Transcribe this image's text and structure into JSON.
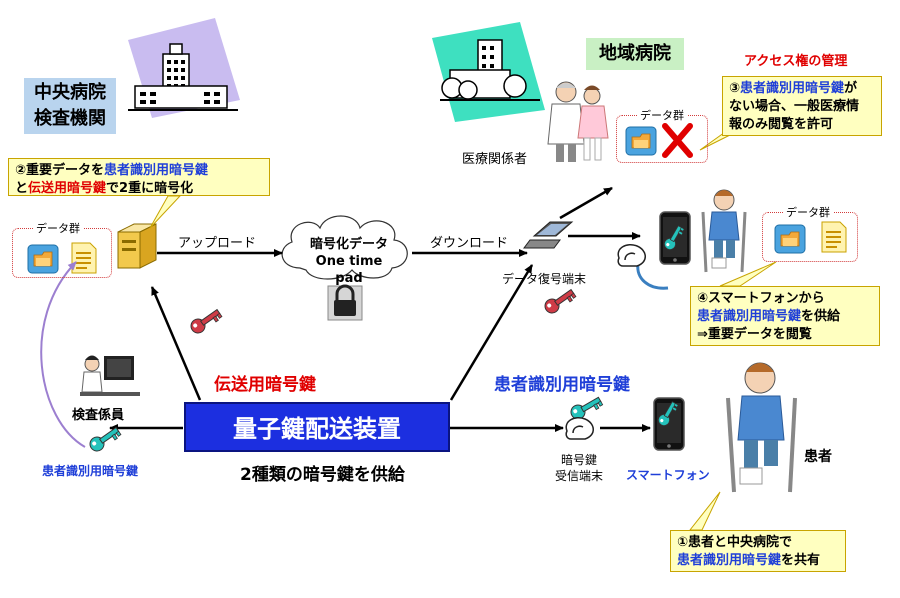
{
  "central": {
    "title_line1": "中央病院",
    "title_line2": "検査機関"
  },
  "regional": {
    "title": "地域病院"
  },
  "access": {
    "title": "アクセス権の管理"
  },
  "labels": {
    "medical_staff": "医療関係者",
    "data_group": "データ群",
    "upload": "アップロード",
    "download": "ダウンロード",
    "cloud_line1": "暗号化データ",
    "cloud_line2": "One time pad",
    "decrypt_terminal": "データ復号端末",
    "transmission_key": "伝送用暗号鍵",
    "patient_key": "患者識別用暗号鍵",
    "qkd_device": "量子鍵配送装置",
    "supply": "2種類の暗号鍵を供給",
    "inspector": "検査係員",
    "inspector_key": "患者識別用暗号鍵",
    "key_receiver_line1": "暗号鍵",
    "key_receiver_line2": "受信端末",
    "smartphone": "スマートフォン",
    "patient": "患者"
  },
  "callouts": {
    "c2": {
      "p1": "②重要データを",
      "p2": "患者識別用暗号鍵",
      "p3": "と",
      "p4": "伝送用暗号鍵",
      "p5": "で2重に暗号化"
    },
    "c3": {
      "p1": "③",
      "p2": "患者識別用暗号鍵",
      "p3": "が",
      "p4": "ない場合、一般医療情",
      "p5": "報のみ閲覧を許可"
    },
    "c4": {
      "p1": "④スマートフォンから",
      "p2": "患者識別用暗号鍵",
      "p3": "を供給",
      "p4": "⇒重要データを閲覧"
    },
    "c1": {
      "p1": "①患者と中央病院で",
      "p2": "患者識別用暗号鍵",
      "p3": "を共有"
    }
  },
  "colors": {
    "blue_text": "#1f3fd8",
    "red_text": "#e00000",
    "callout_bg": "#ffffc0",
    "qkd_box": "#1c2fe0",
    "title_box": "#b9d4ee",
    "regional_box": "#c9f0c4"
  },
  "icons": [
    "hospital-building-icon",
    "doctor-nurse-icon",
    "server-icon",
    "cloud-icon",
    "lock-icon",
    "laptop-icon",
    "smartphone-icon",
    "key-icon",
    "folder-icon",
    "document-icon",
    "cross-icon",
    "patient-crutches-icon",
    "inspector-computer-icon"
  ]
}
